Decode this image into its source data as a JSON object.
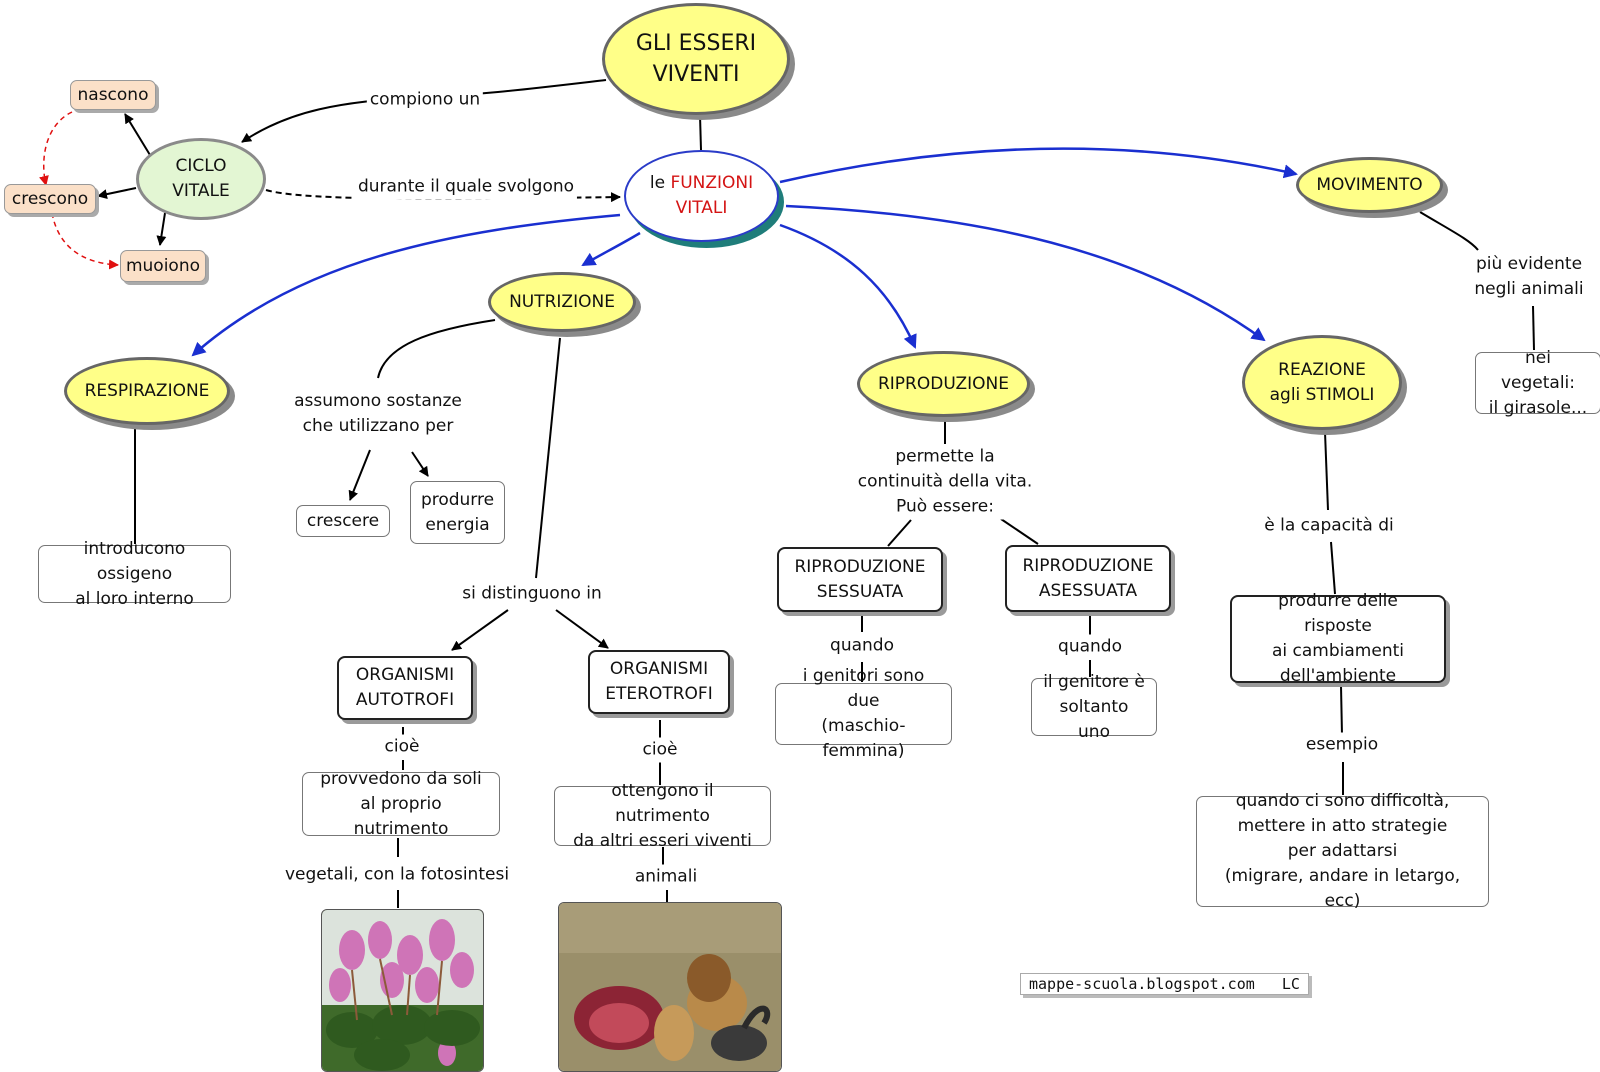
{
  "title": "GLI ESSERI VIVENTI",
  "nodes": {
    "title_line1": "GLI ESSERI",
    "title_line2": "VIVENTI",
    "funzioni_le": "le",
    "funzioni_red1": "FUNZIONI",
    "funzioni_red2": "VITALI",
    "ciclo_line1": "CICLO",
    "ciclo_line2": "VITALE",
    "nascono": "nascono",
    "crescono": "crescono",
    "muoiono": "muoiono",
    "nutrizione": "NUTRIZIONE",
    "respirazione": "RESPIRAZIONE",
    "riproduzione": "RIPRODUZIONE",
    "reazione_line1": "REAZIONE",
    "reazione_line2": "agli STIMOLI",
    "movimento": "MOVIMENTO",
    "introducono_1": "introducono ossigeno",
    "introducono_2": "al loro interno",
    "crescere": "crescere",
    "produrre_1": "produrre",
    "produrre_2": "energia",
    "autotrofi_1": "ORGANISMI",
    "autotrofi_2": "AUTOTROFI",
    "eterotrofi_1": "ORGANISMI",
    "eterotrofi_2": "ETEROTROFI",
    "provvedono_1": "provvedono da soli",
    "provvedono_2": "al proprio nutrimento",
    "ottengono_1": "ottengono il nutrimento",
    "ottengono_2": "da altri esseri viventi",
    "sessuata_1": "RIPRODUZIONE",
    "sessuata_2": "SESSUATA",
    "asessuata_1": "RIPRODUZIONE",
    "asessuata_2": "ASESSUATA",
    "genitori_due_1": "i genitori sono due",
    "genitori_due_2": "(maschio-femmina)",
    "genitore_uno_1": "il genitore è",
    "genitore_uno_2": "soltanto uno",
    "risposte_1": "produrre delle risposte",
    "risposte_2": "ai cambiamenti",
    "risposte_3": "dell'ambiente",
    "difficolta_1": "quando ci sono difficoltà,",
    "difficolta_2": "mettere in atto strategie",
    "difficolta_3": "per adattarsi",
    "difficolta_4": "(migrare, andare in letargo, ecc)",
    "vegetali_1": "nei vegetali:",
    "vegetali_2": "il girasole..."
  },
  "links": {
    "compiono": "compiono un",
    "durante": "durante il quale svolgono",
    "assumono_1": "assumono sostanze",
    "assumono_2": "che utilizzano per",
    "distinguono": "si distinguono in",
    "cioe_a": "cioè",
    "cioe_b": "cioè",
    "fotosintesi": "vegetali, con la fotosintesi",
    "animali": "animali",
    "permette_1": "permette la",
    "permette_2": "continuità della vita.",
    "permette_3": "Può essere:",
    "quando_a": "quando",
    "quando_b": "quando",
    "capacita": "è la capacità di",
    "esempio": "esempio",
    "evidente_1": "più evidente",
    "evidente_2": "negli animali"
  },
  "credit": "mappe-scuola.blogspot.com   LC",
  "colors": {
    "ellipse_fill": "#ffff88",
    "link_blue": "#1a2fd0",
    "funzioni_red": "#d41414",
    "ciclo_fill": "#e3f6d3",
    "peach": "#fbe0c8"
  }
}
